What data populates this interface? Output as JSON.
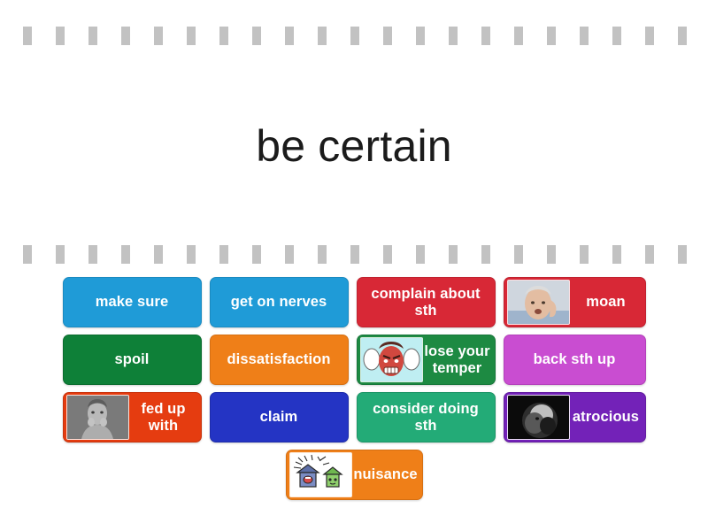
{
  "activity": {
    "type": "match-up",
    "prompt": "be certain"
  },
  "separator": {
    "dash_color": "#c2c2c2",
    "dash_count_top": 21,
    "dash_count_mid": 21
  },
  "tiles": {
    "rows": [
      [
        {
          "label": "make sure",
          "color": "#1f9bd7",
          "border": "#1b8ac0",
          "thumb": null
        },
        {
          "label": "get on nerves",
          "color": "#1f9bd7",
          "border": "#1b8ac0",
          "thumb": null
        },
        {
          "label": "complain about sth",
          "color": "#d82836",
          "border": "#c02230",
          "thumb": null
        },
        {
          "label": "moan",
          "color": "#d82836",
          "border": "#c02230",
          "thumb": "old-man-photo"
        }
      ],
      [
        {
          "label": "spoil",
          "color": "#0e8038",
          "border": "#0b6c2f",
          "thumb": null
        },
        {
          "label": "dissatisfaction",
          "color": "#ef7f18",
          "border": "#d67013",
          "thumb": null
        },
        {
          "label": "lose your temper",
          "color": "#1d8a42",
          "border": "#17763a",
          "thumb": "angry-face-clipart"
        },
        {
          "label": "back sth up",
          "color": "#c94dd1",
          "border": "#b341ba",
          "thumb": null
        }
      ],
      [
        {
          "label": "fed up with",
          "color": "#e53c10",
          "border": "#c8340e",
          "thumb": "child-photo"
        },
        {
          "label": "claim",
          "color": "#2434c4",
          "border": "#1e2daa",
          "thumb": null
        },
        {
          "label": "consider doing sth",
          "color": "#23ab77",
          "border": "#1d9567",
          "thumb": null
        },
        {
          "label": "atrocious",
          "color": "#7322b8",
          "border": "#631da0",
          "thumb": "dark-photo"
        }
      ],
      [
        {
          "label": "nuisance",
          "color": "#ef7f18",
          "border": "#d67013",
          "thumb": "noisy-houses-clipart"
        }
      ]
    ]
  }
}
